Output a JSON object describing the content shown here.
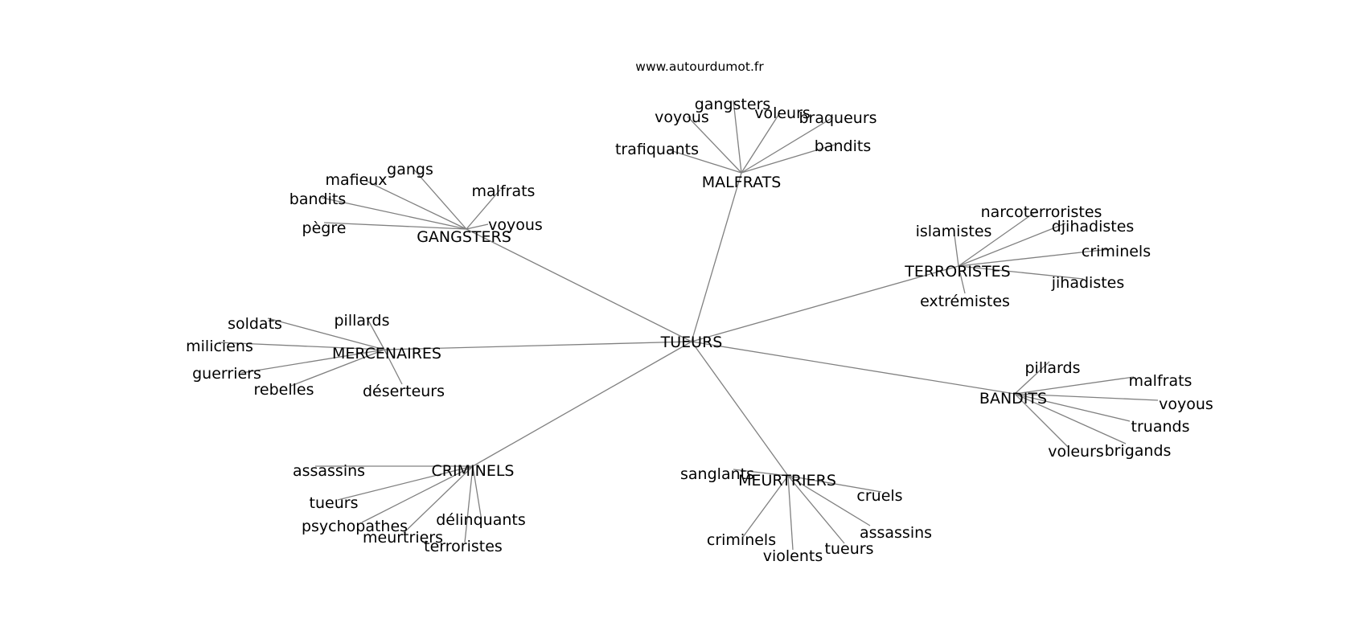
{
  "site": "www.autourdumot.fr",
  "center": "TUEURS",
  "hubs": [
    {
      "label": "MALFRATS",
      "leaves": [
        "gangsters",
        "voyous",
        "voleurs",
        "braqueurs",
        "bandits",
        "trafiquants"
      ]
    },
    {
      "label": "GANGSTERS",
      "leaves": [
        "gangs",
        "mafieux",
        "malfrats",
        "bandits",
        "voyous",
        "pègre"
      ]
    },
    {
      "label": "TERRORISTES",
      "leaves": [
        "narcoterroristes",
        "islamistes",
        "djihadistes",
        "criminels",
        "jihadistes",
        "extrémistes"
      ]
    },
    {
      "label": "MERCENAIRES",
      "leaves": [
        "soldats",
        "pillards",
        "miliciens",
        "guerriers",
        "rebelles",
        "déserteurs"
      ]
    },
    {
      "label": "BANDITS",
      "leaves": [
        "pillards",
        "malfrats",
        "voyous",
        "truands",
        "voleurs",
        "brigands"
      ]
    },
    {
      "label": "CRIMINELS",
      "leaves": [
        "assassins",
        "tueurs",
        "psychopathes",
        "délinquants",
        "meurtriers",
        "terroristes"
      ]
    },
    {
      "label": "MEURTRIERS",
      "leaves": [
        "sanglants",
        "cruels",
        "assassins",
        "criminels",
        "tueurs",
        "violents"
      ]
    }
  ]
}
